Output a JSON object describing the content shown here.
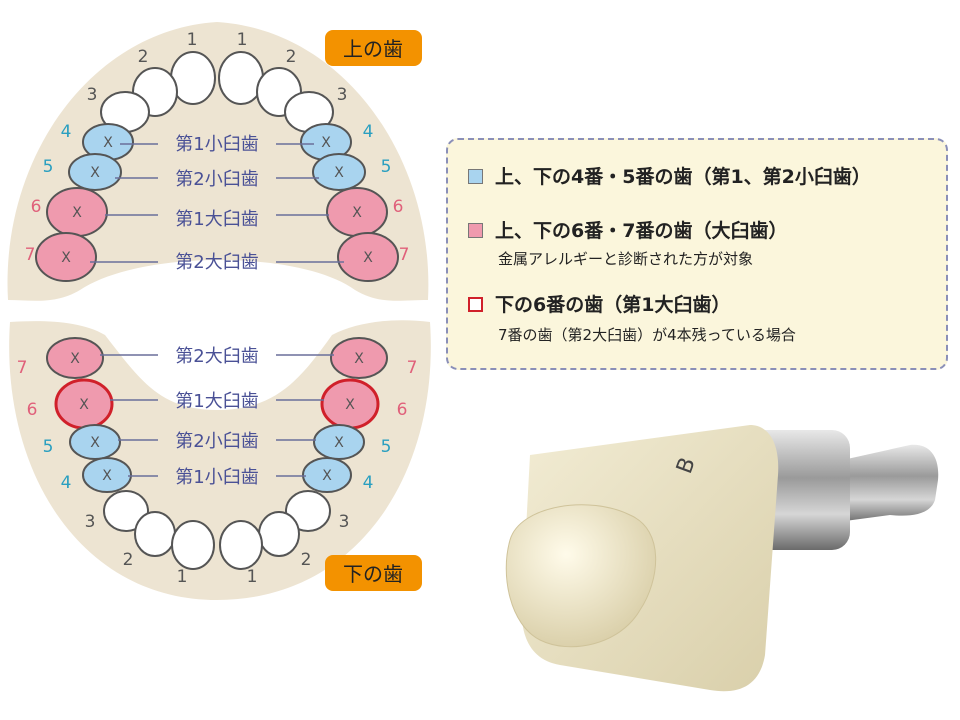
{
  "upper": {
    "badge": "上の歯",
    "labels": [
      "第1小臼歯",
      "第2小臼歯",
      "第1大臼歯",
      "第2大臼歯"
    ],
    "numbers": [
      "1",
      "2",
      "3",
      "4",
      "5",
      "6",
      "7"
    ]
  },
  "lower": {
    "badge": "下の歯",
    "labels": [
      "第2大臼歯",
      "第1大臼歯",
      "第2小臼歯",
      "第1小臼歯"
    ],
    "numbers": [
      "1",
      "2",
      "3",
      "4",
      "5",
      "6",
      "7"
    ]
  },
  "legend": {
    "items": [
      {
        "title": "上、下の4番・5番の歯（第1、第2小臼歯）",
        "note": ""
      },
      {
        "title": "上、下の6番・7番の歯（大臼歯）",
        "note": "金属アレルギーと診断された方が対象"
      },
      {
        "title": "下の6番の歯（第1大臼歯）",
        "note": "7番の歯（第2大臼歯）が4本残っている場合"
      }
    ]
  },
  "colors": {
    "premolar": "#a9d4ef",
    "molar": "#ef9aae",
    "highlight": "#d0202a",
    "gum": "#ede4d2",
    "badge": "#f39200",
    "label": "#4a5196"
  }
}
